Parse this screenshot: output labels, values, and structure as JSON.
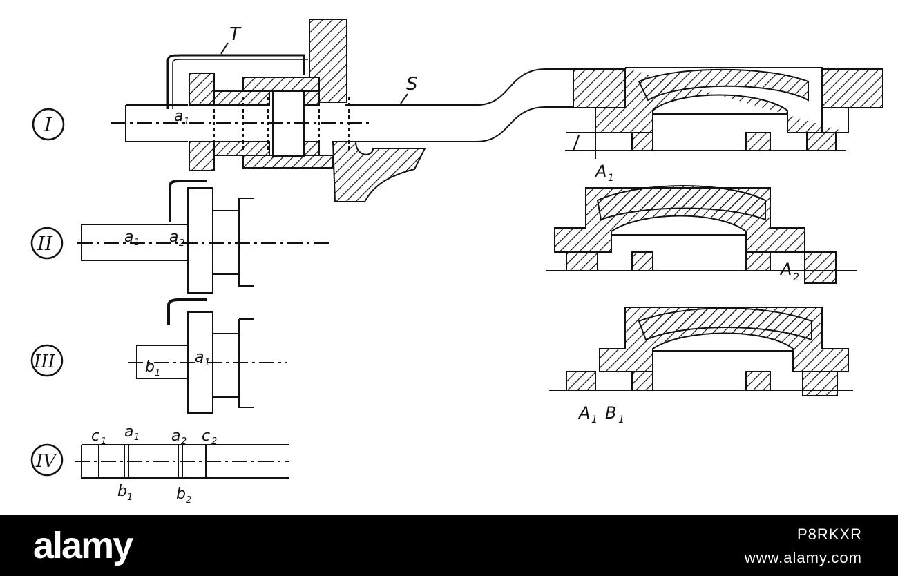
{
  "labels": {
    "roman_1": "I",
    "roman_2": "II",
    "roman_3": "III",
    "roman_4": "IV",
    "tool_T": "T",
    "shaft_S": "S",
    "a1": "a",
    "a2": "a",
    "b1": "b",
    "b2": "b",
    "c1": "c",
    "c2": "c",
    "A": "A",
    "B": "B",
    "sub1": "1",
    "sub2": "2"
  },
  "footer": {
    "brand": "alamy",
    "image_id": "P8RKXR",
    "site": "www.alamy.com"
  }
}
